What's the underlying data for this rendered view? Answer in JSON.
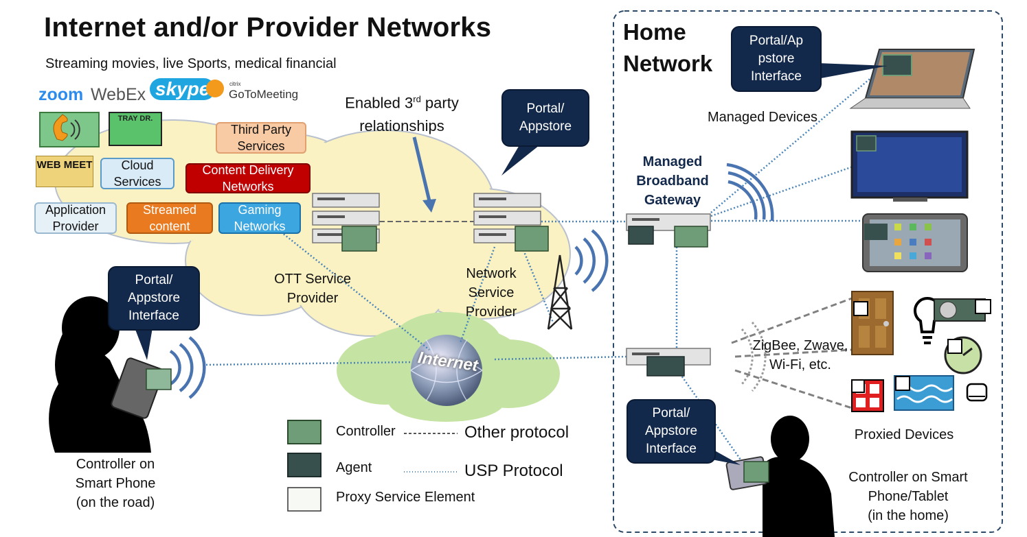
{
  "title": "Internet and/or Provider Networks",
  "subtitle": "Streaming movies, live Sports, medical financial",
  "logos": {
    "zoom": "zoom",
    "webex": "WebEx",
    "skype": "skype",
    "citrix": "citrix",
    "gotomeeting": "GoToMeeting",
    "web_meet": "WEB MEET",
    "tray": "TRAY DR."
  },
  "services": {
    "third_party": "Third Party Services",
    "cloud": "Cloud Services",
    "cdn": "Content Delivery Networks",
    "application_provider": "Application Provider",
    "streamed": "Streamed content",
    "gaming": "Gaming Networks"
  },
  "annotations": {
    "enabled_3rd_party": "Enabled 3rd party relationships",
    "enabled_3rd_party_line1_a": "Enabled 3",
    "enabled_3rd_party_sup": "rd",
    "enabled_3rd_party_line1_b": " party",
    "enabled_3rd_party_line2": "relationships",
    "ott_provider": "OTT Service Provider",
    "ott_line1": "OTT Service",
    "ott_line2": "Provider",
    "nsp_line1": "Network",
    "nsp_line2": "Service",
    "nsp_line3": "Provider",
    "internet": "Internet",
    "controller_road_1": "Controller on",
    "controller_road_2": "Smart Phone",
    "controller_road_3": "(on the road)",
    "controller_home_1": "Controller on Smart",
    "controller_home_2": "Phone/Tablet",
    "controller_home_3": "(in the home)",
    "home_network_1": "Home",
    "home_network_2": "Network",
    "managed_devices": "Managed Devices",
    "gateway_1": "Managed",
    "gateway_2": "Broadband",
    "gateway_3": "Gateway",
    "protocols_1": "ZigBee, Zwave,",
    "protocols_2": "Wi-Fi, etc.",
    "proxied_devices": "Proxied Devices"
  },
  "callouts": {
    "portal_appstore_top_1": "Portal/",
    "portal_appstore_top_2": "Appstore",
    "portal_road_1": "Portal/",
    "portal_road_2": "Appstore",
    "portal_road_3": "Interface",
    "portal_home_top_1": "Portal/Ap",
    "portal_home_top_2": "pstore",
    "portal_home_top_3": "Interface",
    "portal_home_bottom_1": "Portal/",
    "portal_home_bottom_2": "Appstore",
    "portal_home_bottom_3": "Interface"
  },
  "legend": {
    "controller": "Controller",
    "agent": "Agent",
    "proxy": "Proxy Service Element",
    "other_protocol": "Other protocol",
    "usp_protocol": "USP Protocol"
  },
  "colors": {
    "controller": "#6f9d78",
    "agent": "#38504d",
    "proxy": "#f7f9f4",
    "callout_bg": "#13294b",
    "cloud_fill": "#fbf2c3",
    "internet_cloud": "#c5e3a3",
    "link_blue": "#4a84b8",
    "third_party": "#f8cba4",
    "cloud_services": "#d9ebf7",
    "cdn": "#c00000",
    "streamed": "#e97a1f",
    "gaming": "#3ba6e0",
    "application": "#e6f0f7"
  }
}
